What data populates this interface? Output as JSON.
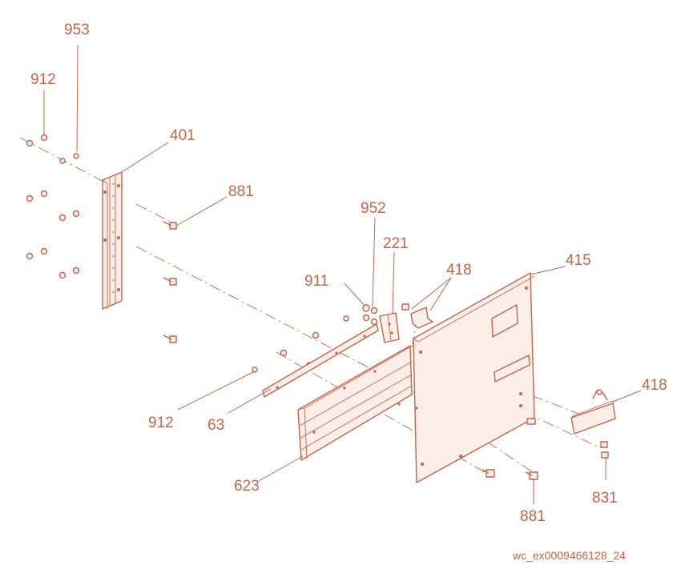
{
  "callouts": {
    "c953": "953",
    "c912_top": "912",
    "c401": "401",
    "c881_top": "881",
    "c952": "952",
    "c221": "221",
    "c418_top": "418",
    "c415": "415",
    "c911": "911",
    "c418_right": "418",
    "c912_bottom": "912",
    "c63": "63",
    "c623": "623",
    "c881_bottom": "881",
    "c831": "831"
  },
  "drawing_id": "wc_ex0009466128_24",
  "colors": {
    "line": "#c0674a",
    "background": "#ffffff"
  }
}
